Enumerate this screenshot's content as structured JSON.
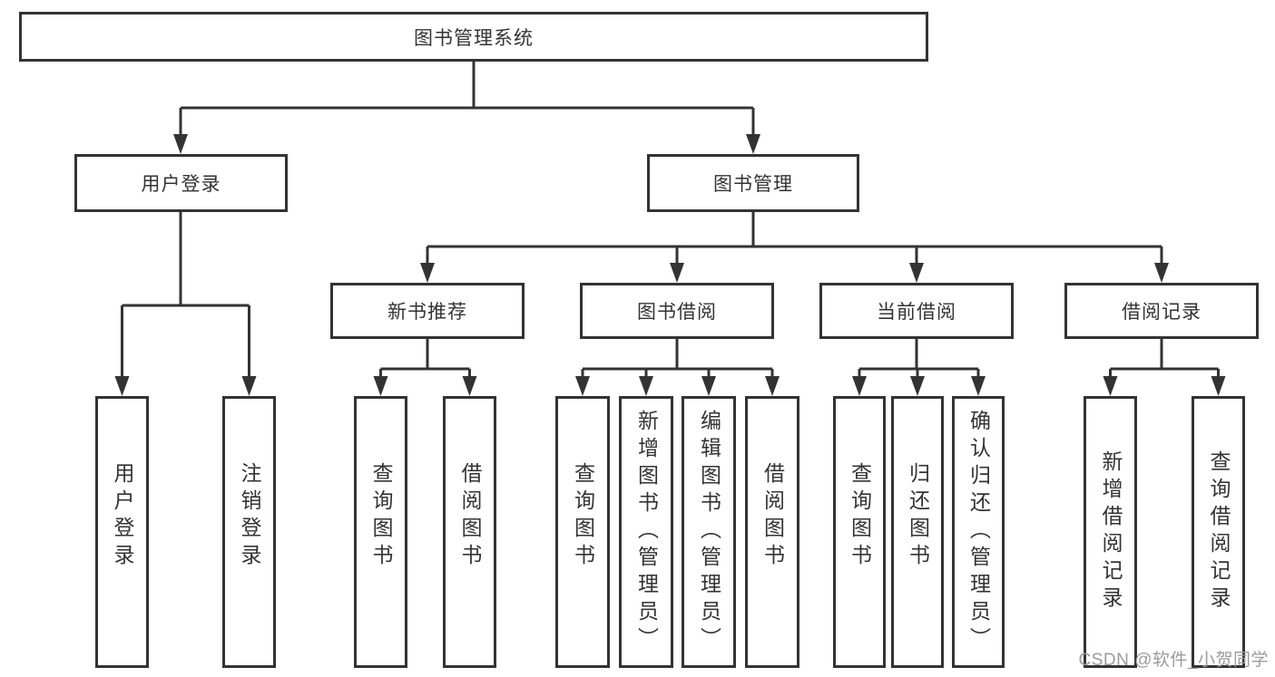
{
  "nodes": {
    "root": {
      "label": "图书管理系统"
    },
    "user_login": {
      "label": "用户登录"
    },
    "book_mgmt": {
      "label": "图书管理"
    },
    "new_book_rec": {
      "label": "新书推荐"
    },
    "book_borrow": {
      "label": "图书借阅"
    },
    "current_borrow": {
      "label": "当前借阅"
    },
    "borrow_records": {
      "label": "借阅记录"
    },
    "login": {
      "label": "用户登录"
    },
    "logout": {
      "label": "注销登录"
    },
    "nbr_query_books": {
      "label": "查询图书"
    },
    "nbr_borrow_books": {
      "label": "借阅图书"
    },
    "bb_query_books": {
      "label": "查询图书"
    },
    "bb_add_books": {
      "label": "新增图书（管理员）"
    },
    "bb_edit_books": {
      "label": "编辑图书（管理员）"
    },
    "bb_borrow_books": {
      "label": "借阅图书"
    },
    "cb_query_books": {
      "label": "查询图书"
    },
    "cb_return_books": {
      "label": "归还图书"
    },
    "cb_confirm_return": {
      "label": "确认归还（管理员）"
    },
    "br_add_record": {
      "label": "新增借阅记录"
    },
    "br_query_record": {
      "label": "查询借阅记录"
    }
  },
  "watermark": {
    "text": "CSDN @软件_小贺同学"
  },
  "colors": {
    "line": "#333333",
    "text": "#333333",
    "bg": "#ffffff",
    "watermark": "#9b9b9b"
  }
}
